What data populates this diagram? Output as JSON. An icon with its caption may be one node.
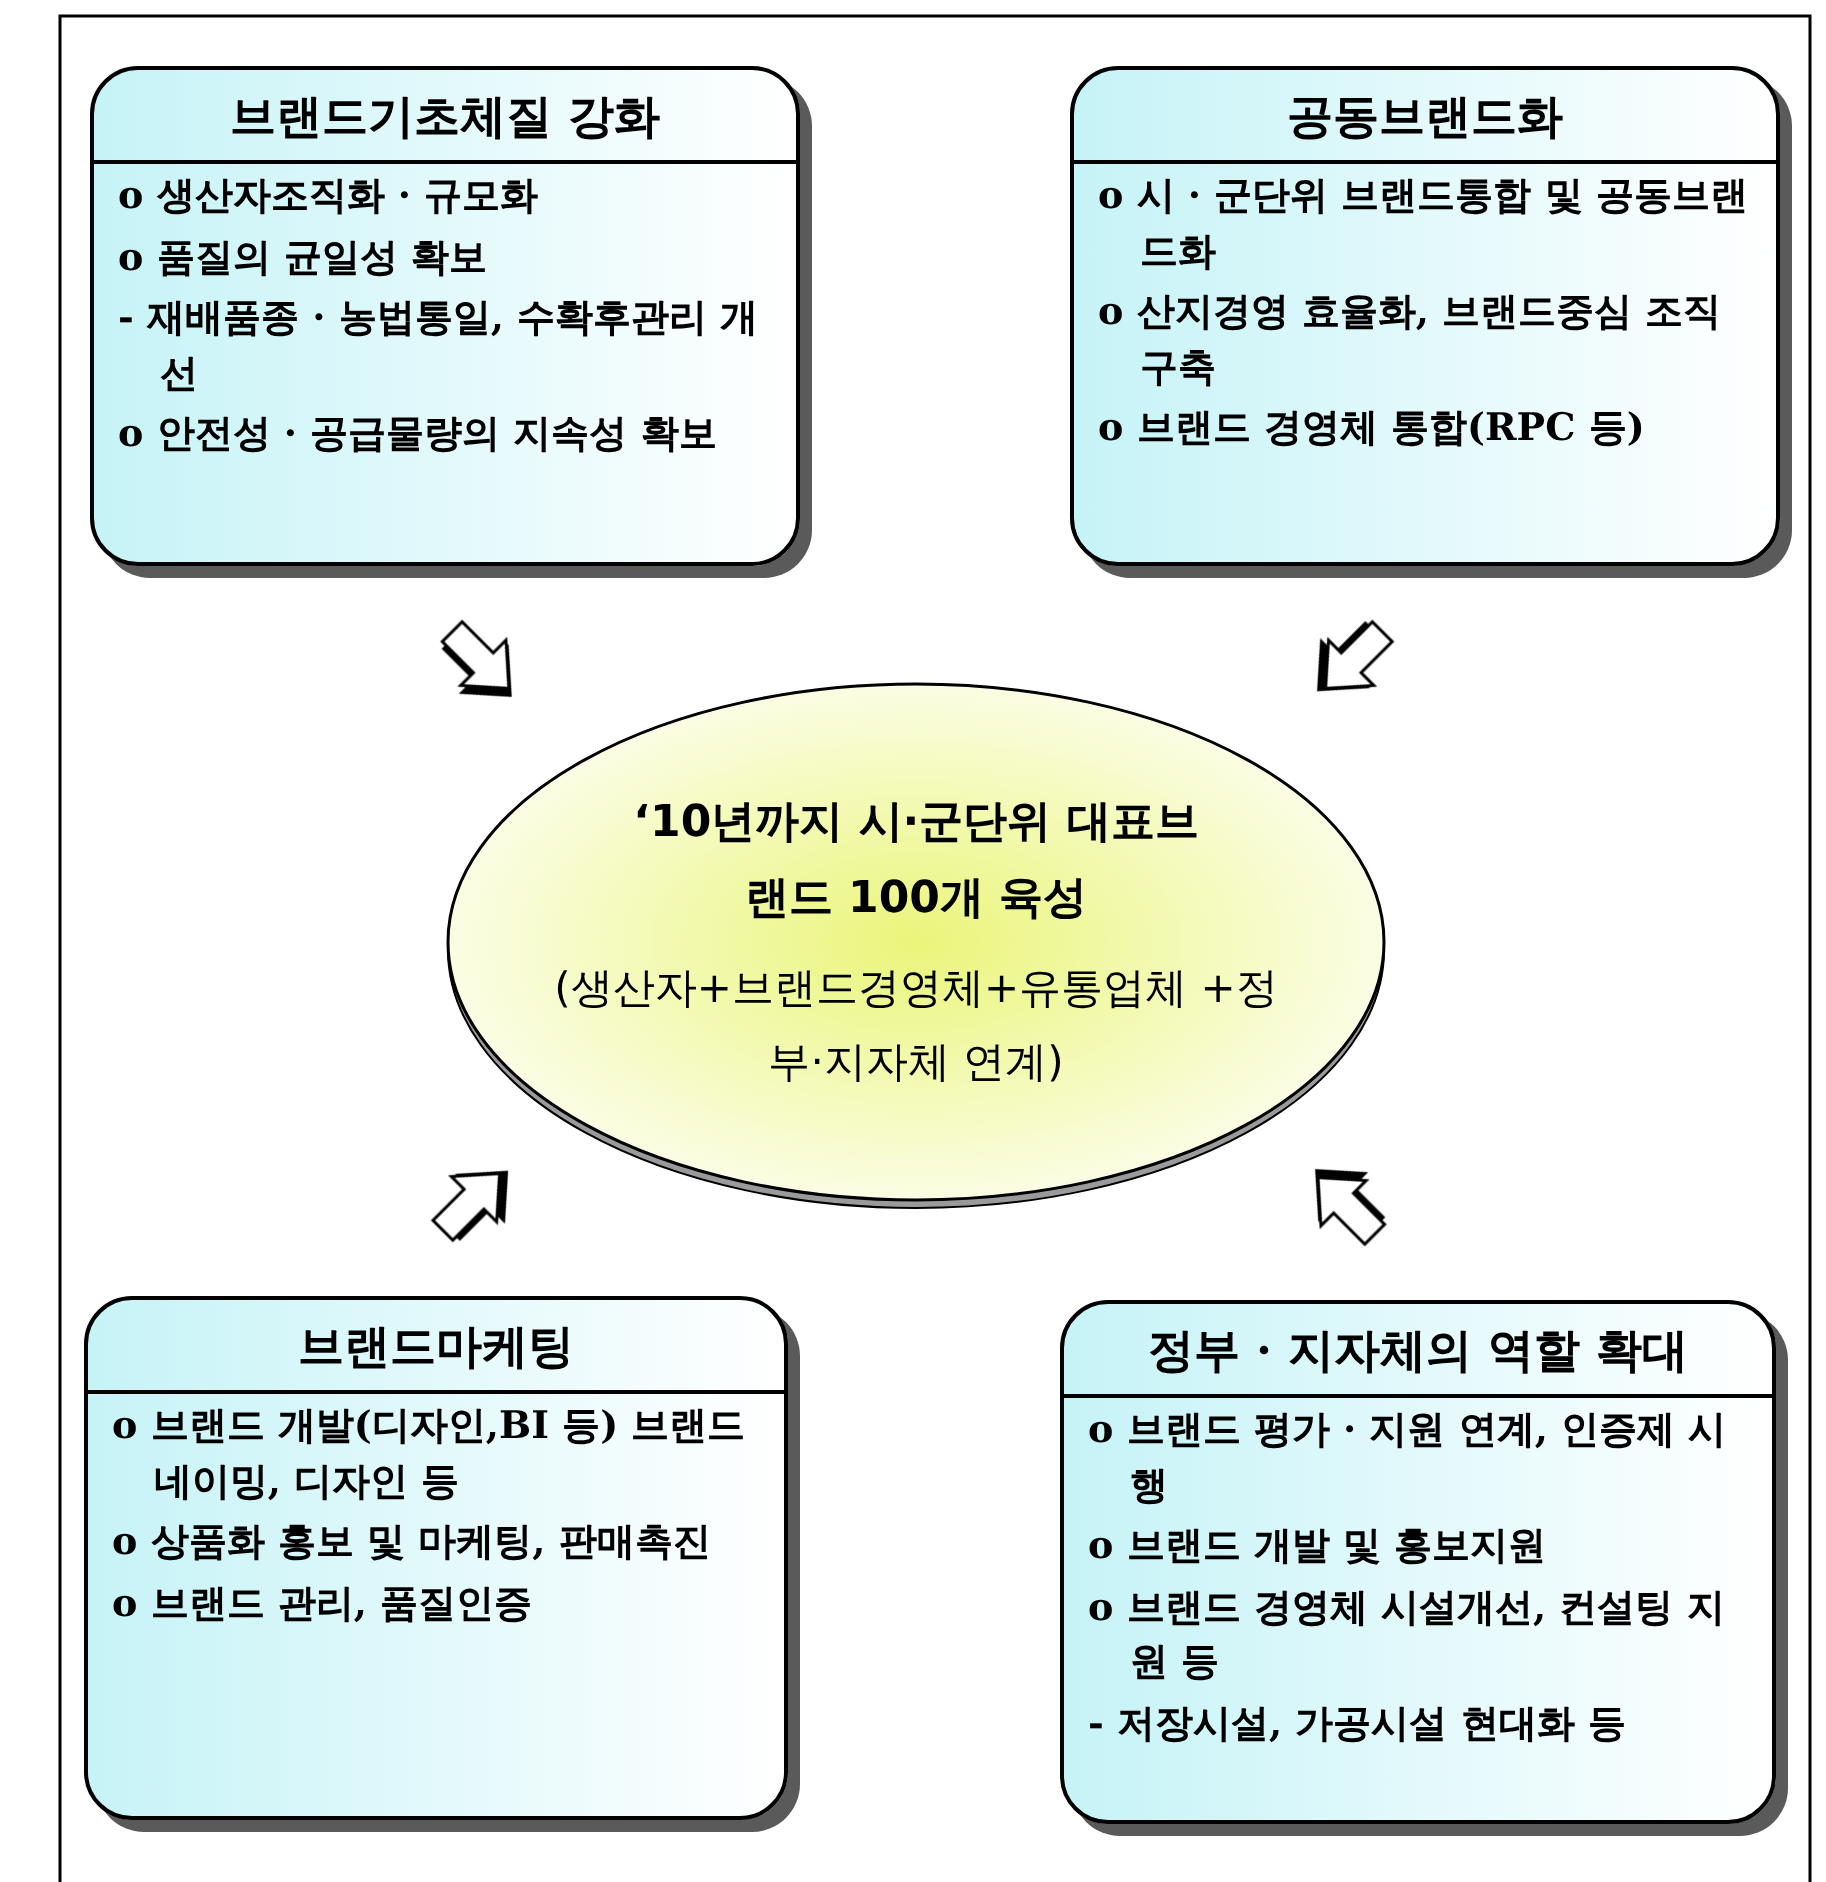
{
  "diagram": {
    "nodes": [
      {
        "text": [
          "브랜드기초체질 강화",
          "o 생산자조직화 · 규모화",
          "o 품질의 균일성 확보",
          "- 재배품종 · 농법통일, 수확후관리 개선",
          "o 안전성 · 공급물량의 지속성 확보"
        ]
      },
      {
        "text": [
          "공동브랜드화",
          "o 시 · 군단위 브랜드통합 및 공동브랜드화",
          "o 산지경영 효율화, 브랜드중심 조직구축",
          "o 브랜드 경영체 통합(RPC 등)"
        ]
      },
      {
        "text": [
          "‘10년까지 시·군단위 대표브랜드 100개 육성",
          "(생산자+브랜드경영체+유통업체 +정부·지자체 연계)"
        ]
      },
      {
        "text": [
          "브랜드마케팅",
          "o 브랜드 개발(디자인,BI 등) 브랜드 네이밍, 디자인 등",
          "o 상품화 홍보 및 마케팅, 판매촉진",
          "o 브랜드 관리, 품질인증"
        ]
      },
      {
        "text": [
          "정부 · 지자체의 역할 확대",
          "o 브랜드 평가 · 지원 연계, 인증제 시행",
          "o 브랜드 개발 및 홍보지원",
          "o 브랜드 경영체 시설개선, 컨설팅 지원 등",
          "- 저장시설, 가공시설 현대화 등"
        ]
      }
    ],
    "edges": [
      {
        "from": 0,
        "to": 2,
        "arrow": "to"
      },
      {
        "from": 1,
        "to": 2,
        "arrow": "to"
      },
      {
        "from": 3,
        "to": 2,
        "arrow": "to"
      },
      {
        "from": 4,
        "to": 2,
        "arrow": "to"
      }
    ]
  }
}
